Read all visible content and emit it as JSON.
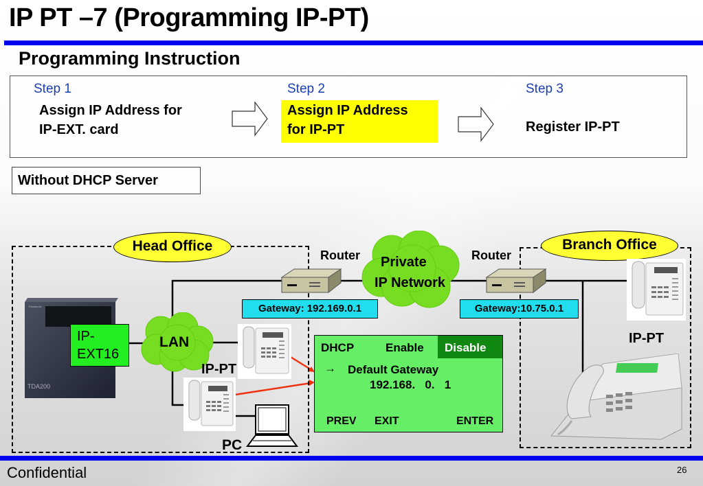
{
  "title": "IP PT –7  (Programming IP-PT)",
  "subtitle": "Programming Instruction",
  "steps": [
    {
      "label": "Step 1",
      "text_lines": [
        "Assign IP Address for",
        "IP-EXT. card"
      ],
      "highlighted": false
    },
    {
      "label": "Step 2",
      "text_lines": [
        "Assign IP Address",
        "for IP-PT"
      ],
      "highlighted": true
    },
    {
      "label": "Step 3",
      "text_lines": [
        "Register IP-PT"
      ],
      "highlighted": false
    }
  ],
  "mode_label": "Without DHCP Server",
  "diagram": {
    "head_office": "Head Office",
    "branch_office": "Branch Office",
    "router_left": "Router",
    "router_right": "Router",
    "cloud_private": [
      "Private",
      "IP Network"
    ],
    "cloud_lan": "LAN",
    "gateway_head": "Gateway: 192.169.0.1",
    "gateway_branch": "Gateway:10.75.0.1",
    "ip_ext_card": [
      "IP-",
      "EXT16"
    ],
    "ip_pt_head_label": "IP-PT",
    "ip_pt_branch_label": "IP-PT",
    "pc_label": "PC",
    "pbx_badge": "TDA200"
  },
  "phone_screen": {
    "field": "DHCP",
    "option_enable": "Enable",
    "option_disable": "Disable",
    "selected_option": "Disable",
    "arrow": "→",
    "item_label": "Default Gateway",
    "item_value": "192.168.   0.   1",
    "soft_keys": [
      "PREV",
      "EXIT",
      "ENTER"
    ]
  },
  "colors": {
    "accent_bar": "#0000ee",
    "highlight": "#ffff00",
    "gateway_box": "#22ddee",
    "screen_bg": "#66ee66",
    "selected_option_bg": "#118811",
    "cloud": "#77dd22",
    "oval": "#ffff33"
  },
  "footer": {
    "left": "Confidential",
    "page_number": "26"
  }
}
